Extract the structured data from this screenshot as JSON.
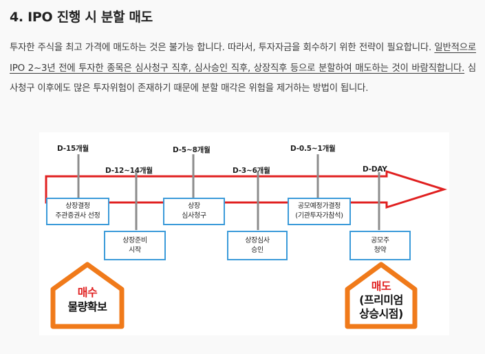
{
  "heading": "4. IPO 진행 시 분할 매도",
  "paragraph": {
    "part1": "투자한 주식을 최고 가격에 매도하는 것은 불가능 합니다. 따라서, 투자자금을 회수하기 위한 전략이 필요합니다. ",
    "underlined": "일반적으로 IPO 2~3년 전에 투자한 종목은 심사청구 직후, 심사승인 직후, 상장직후 등으로 분할하여 매도하는 것이 바람직합니다.",
    "part2": " 심사청구 이후에도 많은 투자위험이 존재하기 때문에 분할 매각은 위험을 제거하는 방법이 됩니다."
  },
  "timeline": {
    "top_phases": [
      "D-15개월",
      "D-5~8개월",
      "D-0.5~1개월",
      "D-DAY"
    ],
    "bottom_phases": [
      "D-12~14개월",
      "D-3~6개월"
    ],
    "top_boxes": [
      {
        "line1": "상장결정",
        "line2": "주관증권사 선정"
      },
      {
        "line1": "상장",
        "line2": "심사청구"
      },
      {
        "line1": "공모예정가결정",
        "line2": "(기관투자가참석)"
      }
    ],
    "bottom_boxes": [
      {
        "line1": "상장준비",
        "line2": "시작"
      },
      {
        "line1": "상장심사",
        "line2": "승인"
      },
      {
        "line1": "공모주",
        "line2": "청약"
      }
    ],
    "buy_house": {
      "title": "매수",
      "sub": "물량확보"
    },
    "sell_house": {
      "title": "매도",
      "sub1": "(프리미엄",
      "sub2": "상승시점)"
    },
    "colors": {
      "arrow": "#e02020",
      "box_border": "#3a9ad9",
      "house": "#f07a1a",
      "title": "#e02020"
    }
  }
}
